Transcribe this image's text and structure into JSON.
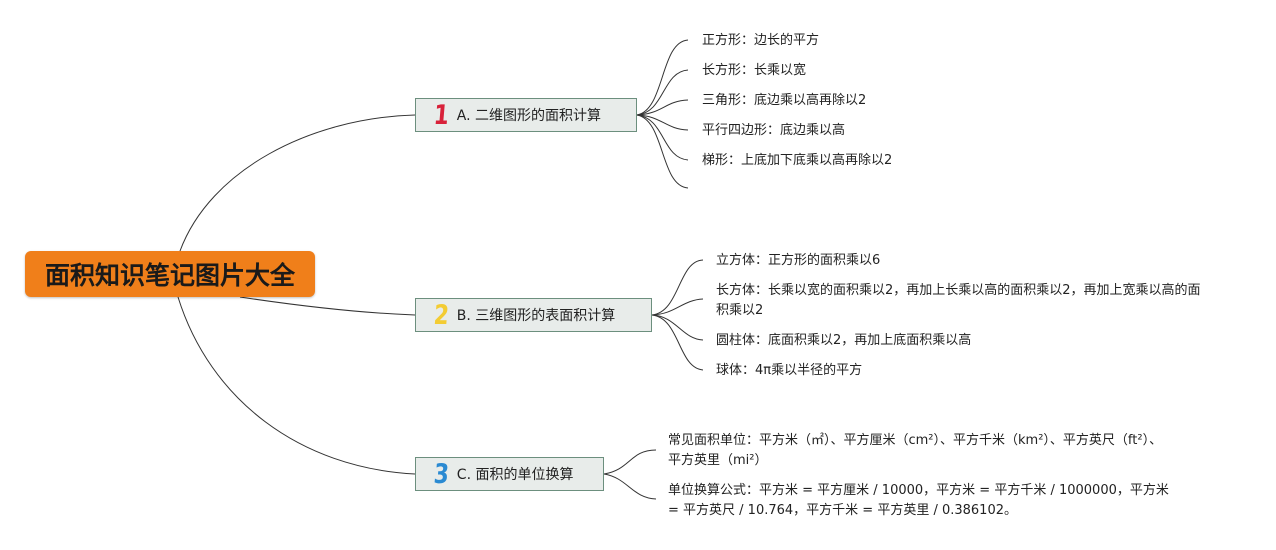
{
  "title": "面积知识笔记图片大全",
  "colors": {
    "root": "#f07f1a",
    "branch_bg": "#e8ecea",
    "branch_border": "#6c8f7e",
    "n1": "#d8223a",
    "n2": "#f3cc33",
    "n3": "#2a8ad2",
    "line": "#333333"
  },
  "branches": [
    {
      "number": "1",
      "label": "A. 二维图形的面积计算",
      "leaves": [
        "正方形：边长的平方",
        "长方形：长乘以宽",
        "三角形：底边乘以高再除以2",
        "平行四边形：底边乘以高",
        "梯形：上底加下底乘以高再除以2",
        ""
      ]
    },
    {
      "number": "2",
      "label": "B. 三维图形的表面积计算",
      "leaves": [
        "立方体：正方形的面积乘以6",
        "长方体：长乘以宽的面积乘以2，再加上长乘以高的面积乘以2，再加上宽乘以高的面积乘以2",
        "圆柱体：底面积乘以2，再加上底面积乘以高",
        "球体：4π乘以半径的平方"
      ]
    },
    {
      "number": "3",
      "label": "C. 面积的单位换算",
      "leaves": [
        "常见面积单位：平方米（㎡）、平方厘米（cm²）、平方千米（km²）、平方英尺（ft²）、平方英里（mi²）",
        "单位换算公式：平方米 = 平方厘米 / 10000，平方米 = 平方千米 / 1000000，平方米 = 平方英尺 / 10.764，平方千米 = 平方英里 / 0.386102。"
      ]
    }
  ]
}
